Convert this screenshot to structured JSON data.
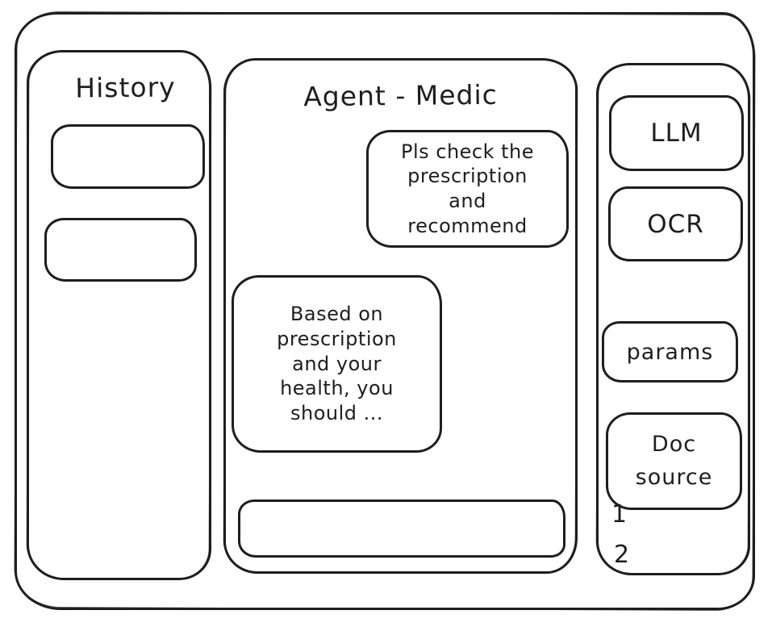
{
  "app": {
    "stroke_color": "#1e1e1e",
    "background_color": "#ffffff"
  },
  "history_panel": {
    "title": "History",
    "items": [
      {
        "label": ""
      },
      {
        "label": ""
      }
    ]
  },
  "chat_panel": {
    "title": "Agent - Medic",
    "messages": [
      {
        "role": "user",
        "align": "right",
        "text": "Pls check the prescription and recommend"
      },
      {
        "role": "assistant",
        "align": "left",
        "text": "Based on prescription and your health, you should ..."
      }
    ],
    "input": {
      "value": "",
      "placeholder": ""
    }
  },
  "tools_panel": {
    "buttons": [
      {
        "label": "LLM"
      },
      {
        "label": "OCR"
      },
      {
        "label": "params"
      }
    ],
    "doc_source": {
      "label": "Doc source",
      "items": [
        "1",
        "2"
      ]
    }
  }
}
